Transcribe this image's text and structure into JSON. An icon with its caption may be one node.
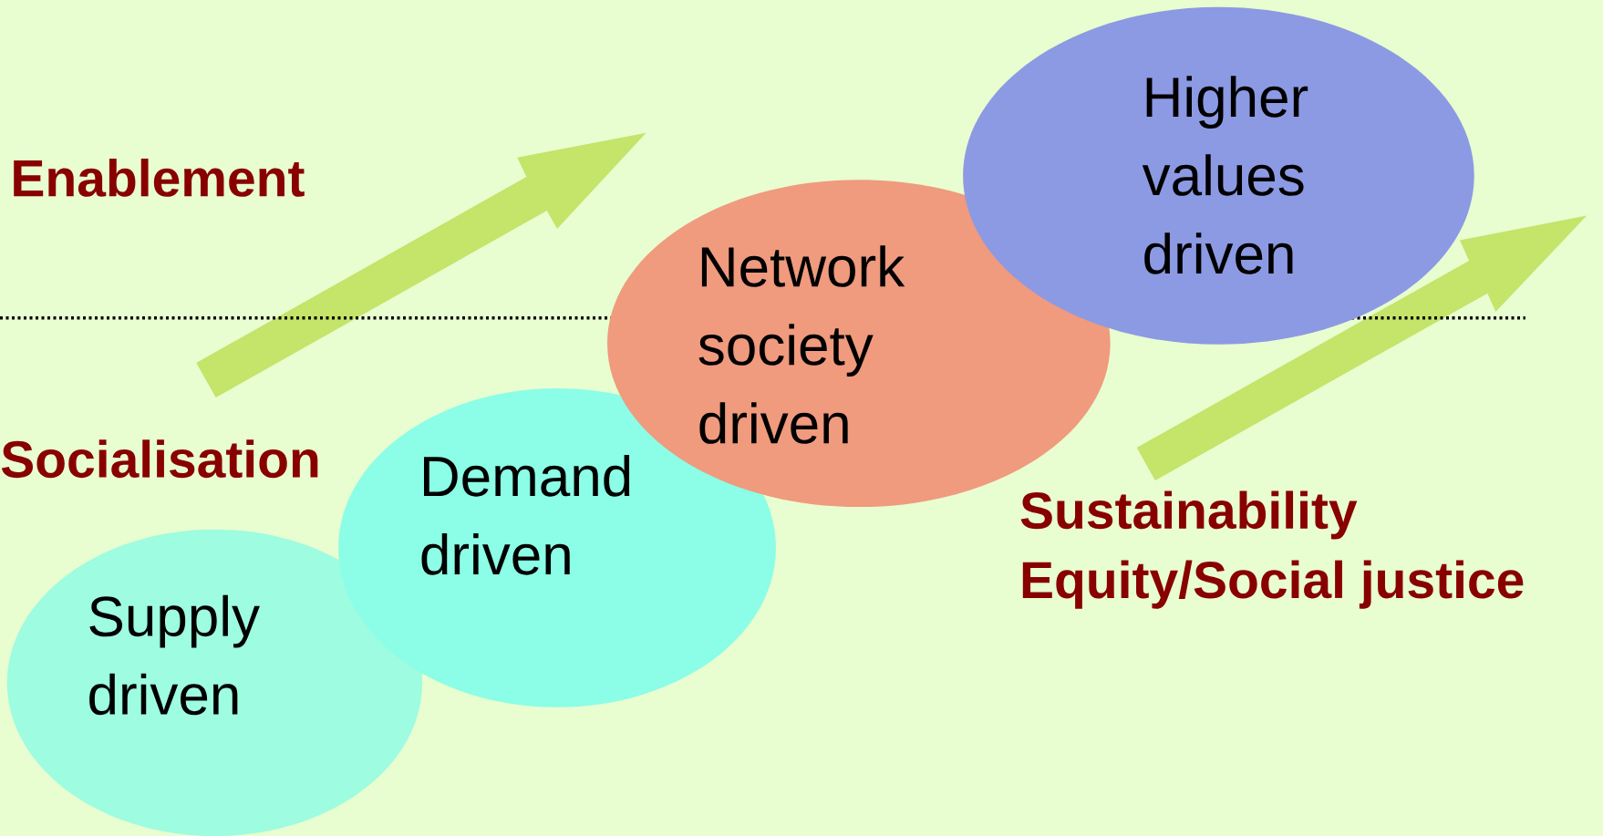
{
  "diagram": {
    "nodes": [
      {
        "text": [
          "Supply driven"
        ]
      },
      {
        "text": [
          "Demand driven"
        ]
      },
      {
        "text": [
          "Network society driven"
        ]
      },
      {
        "text": [
          "Higher values driven"
        ]
      }
    ],
    "labels": [
      "Enablement",
      "Socialisation",
      "Sustainability",
      "Equity/Social justice"
    ]
  }
}
